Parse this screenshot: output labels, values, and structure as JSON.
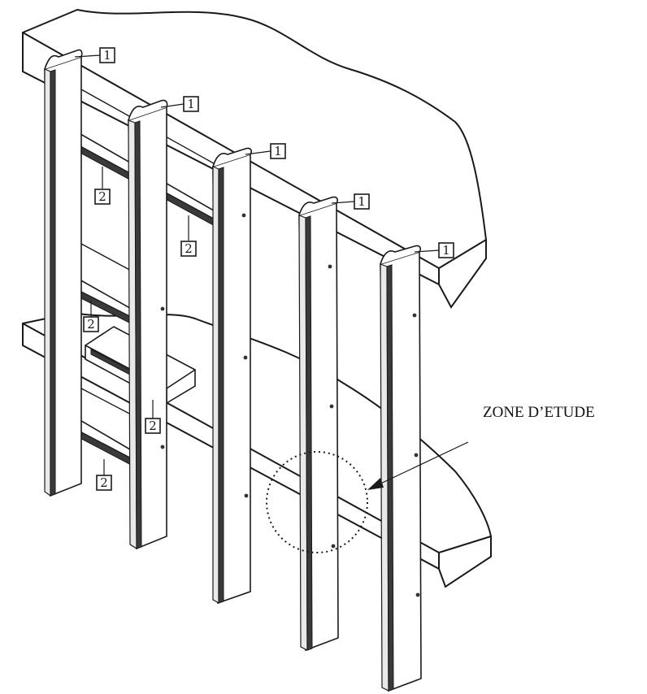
{
  "annotation": {
    "zone_label": "ZONE D’ETUDE"
  },
  "tags": {
    "stud": "1",
    "track": "2"
  },
  "colors": {
    "ink": "#1a1a1a",
    "background": "#ffffff"
  }
}
